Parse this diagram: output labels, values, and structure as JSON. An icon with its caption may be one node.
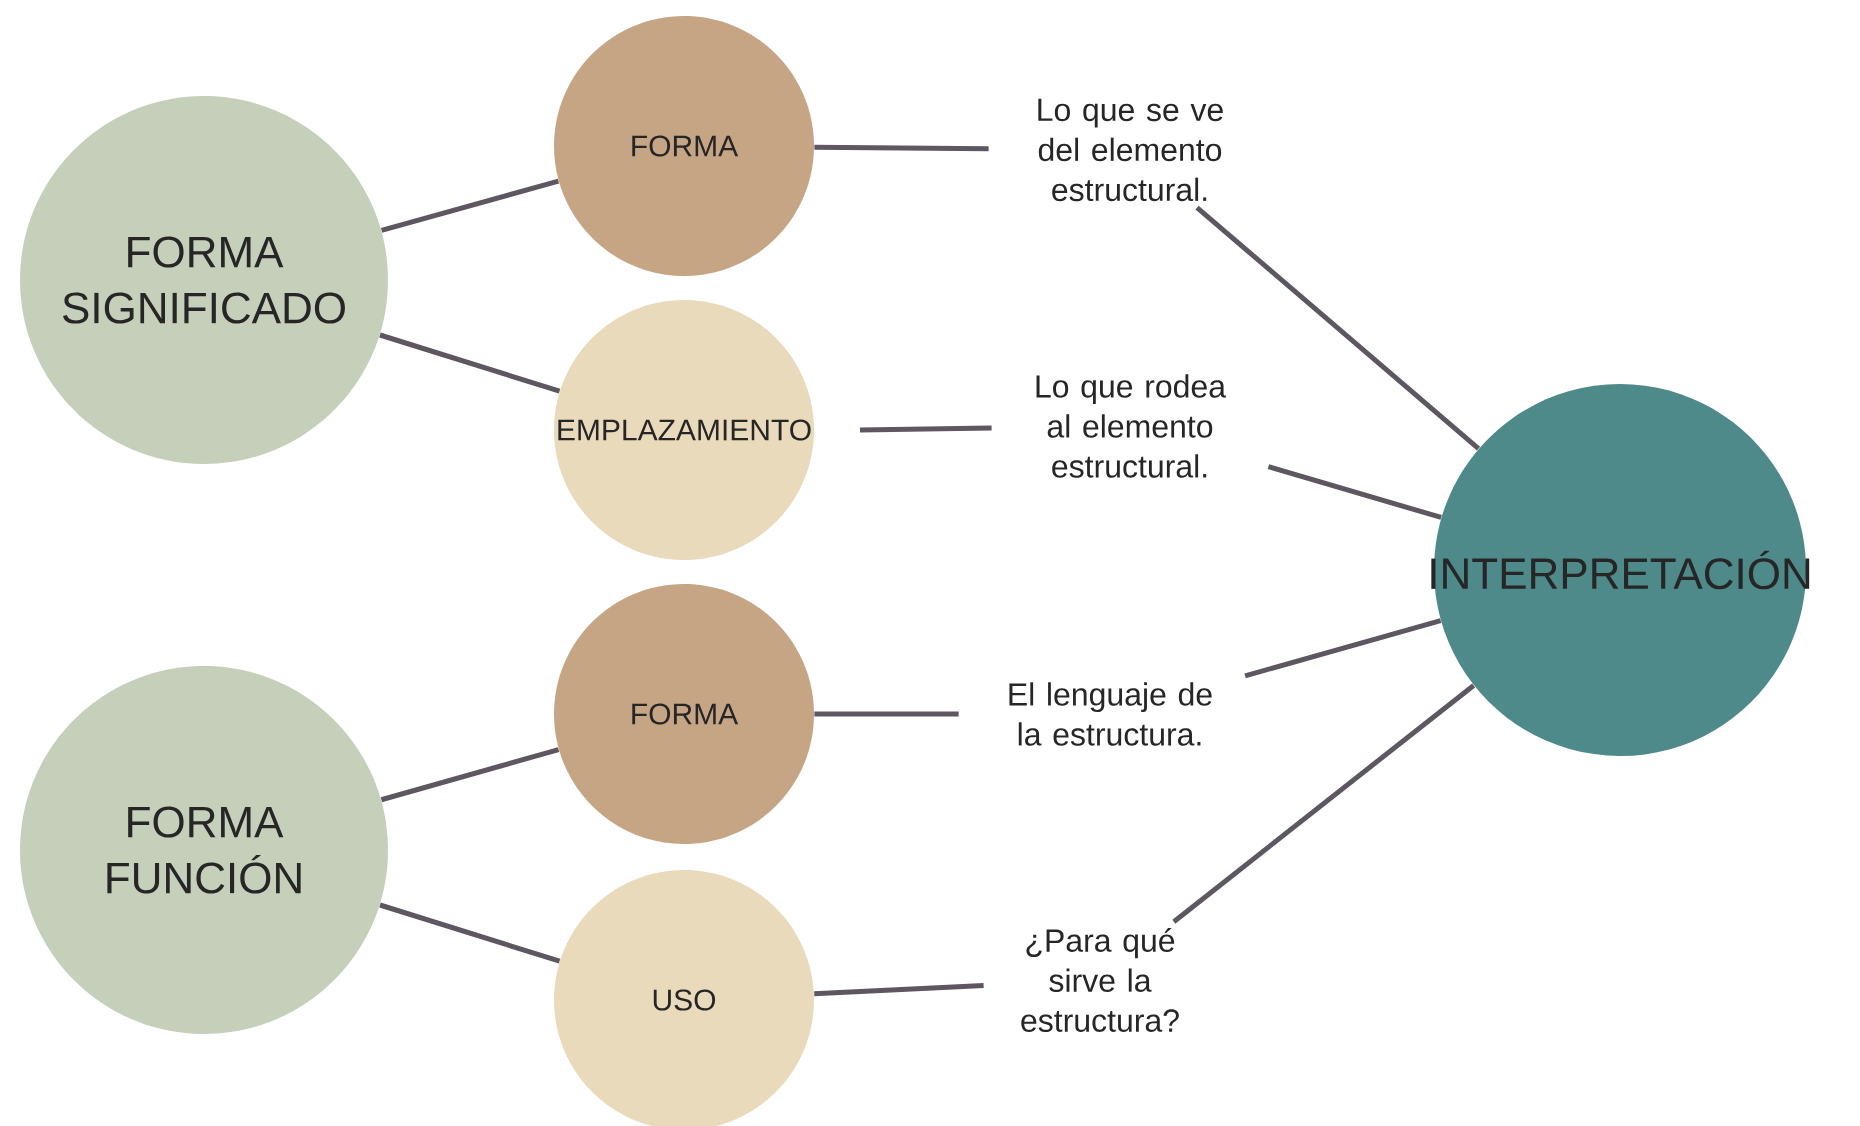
{
  "diagram": {
    "nodes": [
      {
        "text": [
          "FORMA SIGNIFICADO"
        ]
      },
      {
        "text": [
          "FORMA"
        ]
      },
      {
        "text": [
          "Lo que se ve del elemento estructural."
        ]
      },
      {
        "text": [
          "EMPLAZAMIENTO"
        ]
      },
      {
        "text": [
          "Lo que rodea al elemento estructural."
        ]
      },
      {
        "text": [
          "INTERPRETACIÓN"
        ]
      },
      {
        "text": [
          "FORMA FUNCIÓN"
        ]
      },
      {
        "text": [
          "FORMA"
        ]
      },
      {
        "text": [
          "El lenguaje de la estructura."
        ]
      },
      {
        "text": [
          "USO"
        ]
      },
      {
        "text": [
          "¿Para qué sirve la estructura?"
        ]
      }
    ],
    "edges": [
      {
        "from": 0,
        "to": 1,
        "arrow": "none"
      },
      {
        "from": 0,
        "to": 3,
        "arrow": "none"
      },
      {
        "from": 1,
        "to": 2,
        "arrow": "none"
      },
      {
        "from": 3,
        "to": 4,
        "arrow": "none"
      },
      {
        "from": 2,
        "to": 5,
        "arrow": "none"
      },
      {
        "from": 4,
        "to": 5,
        "arrow": "none"
      },
      {
        "from": 6,
        "to": 7,
        "arrow": "none"
      },
      {
        "from": 6,
        "to": 9,
        "arrow": "none"
      },
      {
        "from": 7,
        "to": 8,
        "arrow": "none"
      },
      {
        "from": 9,
        "to": 10,
        "arrow": "none"
      },
      {
        "from": 8,
        "to": 5,
        "arrow": "none"
      },
      {
        "from": 10,
        "to": 5,
        "arrow": "none"
      }
    ]
  }
}
